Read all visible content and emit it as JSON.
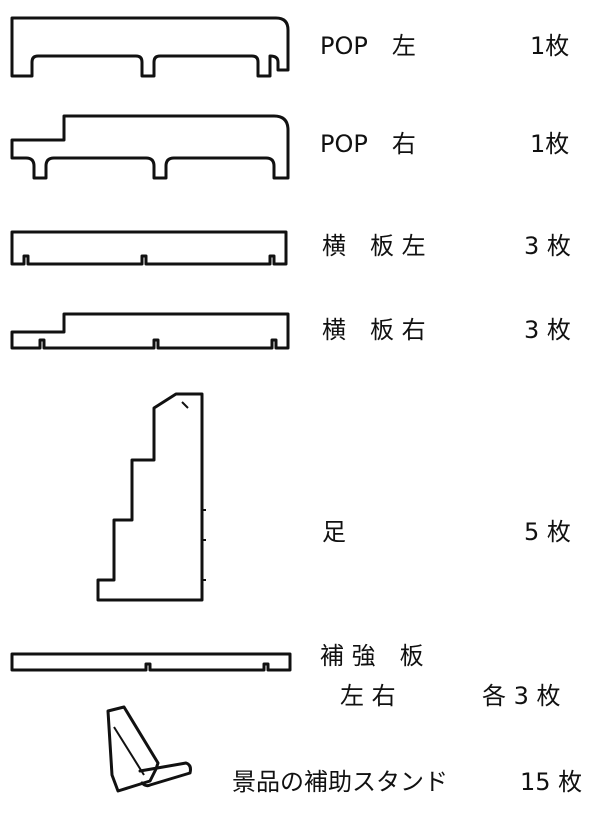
{
  "parts": [
    {
      "label": "POP　左",
      "qty": "1枚"
    },
    {
      "label": "POP　右",
      "qty": "1枚"
    },
    {
      "label": "横　板 左",
      "qty": "3 枚"
    },
    {
      "label": "横　板 右",
      "qty": "3 枚"
    },
    {
      "label": "足",
      "qty": "5 枚"
    },
    {
      "label": "補 強　板",
      "label2": "左 右",
      "qty": "各 3 枚"
    },
    {
      "label": "景品の補助スタンド",
      "qty": "15 枚"
    }
  ]
}
